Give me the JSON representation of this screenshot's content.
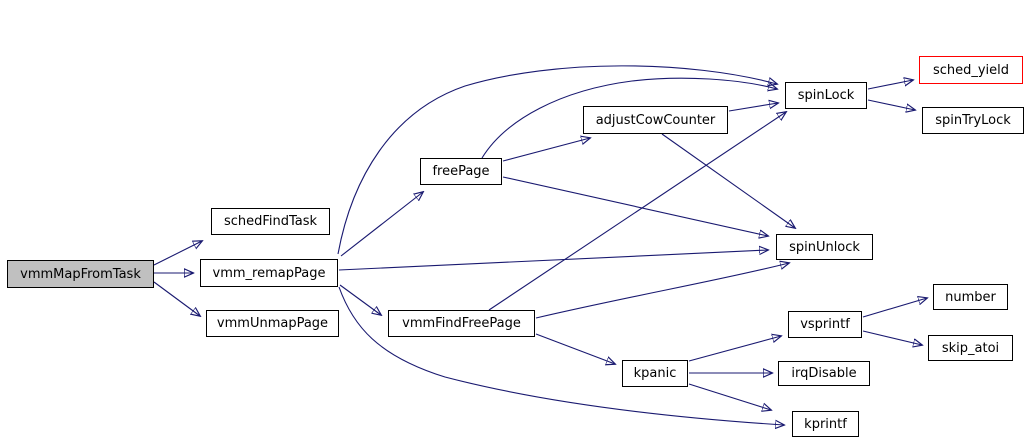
{
  "diagram": {
    "type": "call-graph",
    "root_function": "vmmMapFromTask",
    "colors": {
      "edge": "#191970",
      "node_border": "#000000",
      "node_fill": "#ffffff",
      "root_node_fill": "#c0c0c0",
      "truncated_node_border": "#ff0000",
      "background": "#ffffff"
    },
    "nodes": [
      {
        "id": "vmmMapFromTask",
        "label": "vmmMapFromTask",
        "variant": "root"
      },
      {
        "id": "schedFindTask",
        "label": "schedFindTask",
        "variant": "normal"
      },
      {
        "id": "vmm_remapPage",
        "label": "vmm_remapPage",
        "variant": "normal"
      },
      {
        "id": "vmmUnmapPage",
        "label": "vmmUnmapPage",
        "variant": "normal"
      },
      {
        "id": "freePage",
        "label": "freePage",
        "variant": "normal"
      },
      {
        "id": "adjustCowCounter",
        "label": "adjustCowCounter",
        "variant": "normal"
      },
      {
        "id": "vmmFindFreePage",
        "label": "vmmFindFreePage",
        "variant": "normal"
      },
      {
        "id": "spinLock",
        "label": "spinLock",
        "variant": "normal"
      },
      {
        "id": "sched_yield",
        "label": "sched_yield",
        "variant": "truncated"
      },
      {
        "id": "spinTryLock",
        "label": "spinTryLock",
        "variant": "normal"
      },
      {
        "id": "spinUnlock",
        "label": "spinUnlock",
        "variant": "normal"
      },
      {
        "id": "vsprintf",
        "label": "vsprintf",
        "variant": "normal"
      },
      {
        "id": "number",
        "label": "number",
        "variant": "normal"
      },
      {
        "id": "skip_atoi",
        "label": "skip_atoi",
        "variant": "normal"
      },
      {
        "id": "kpanic",
        "label": "kpanic",
        "variant": "normal"
      },
      {
        "id": "irqDisable",
        "label": "irqDisable",
        "variant": "normal"
      },
      {
        "id": "kprintf",
        "label": "kprintf",
        "variant": "normal"
      }
    ],
    "edges": [
      {
        "from": "vmmMapFromTask",
        "to": "schedFindTask"
      },
      {
        "from": "vmmMapFromTask",
        "to": "vmm_remapPage"
      },
      {
        "from": "vmmMapFromTask",
        "to": "vmmUnmapPage"
      },
      {
        "from": "vmm_remapPage",
        "to": "freePage"
      },
      {
        "from": "vmm_remapPage",
        "to": "spinLock"
      },
      {
        "from": "vmm_remapPage",
        "to": "spinUnlock"
      },
      {
        "from": "vmm_remapPage",
        "to": "vmmFindFreePage"
      },
      {
        "from": "vmm_remapPage",
        "to": "kprintf"
      },
      {
        "from": "freePage",
        "to": "adjustCowCounter"
      },
      {
        "from": "freePage",
        "to": "spinLock"
      },
      {
        "from": "freePage",
        "to": "spinUnlock"
      },
      {
        "from": "adjustCowCounter",
        "to": "spinLock"
      },
      {
        "from": "adjustCowCounter",
        "to": "spinUnlock"
      },
      {
        "from": "vmmFindFreePage",
        "to": "spinLock"
      },
      {
        "from": "vmmFindFreePage",
        "to": "spinUnlock"
      },
      {
        "from": "vmmFindFreePage",
        "to": "kpanic"
      },
      {
        "from": "kpanic",
        "to": "vsprintf"
      },
      {
        "from": "kpanic",
        "to": "irqDisable"
      },
      {
        "from": "kpanic",
        "to": "kprintf"
      },
      {
        "from": "vsprintf",
        "to": "number"
      },
      {
        "from": "vsprintf",
        "to": "skip_atoi"
      },
      {
        "from": "spinLock",
        "to": "sched_yield"
      },
      {
        "from": "spinLock",
        "to": "spinTryLock"
      }
    ]
  }
}
